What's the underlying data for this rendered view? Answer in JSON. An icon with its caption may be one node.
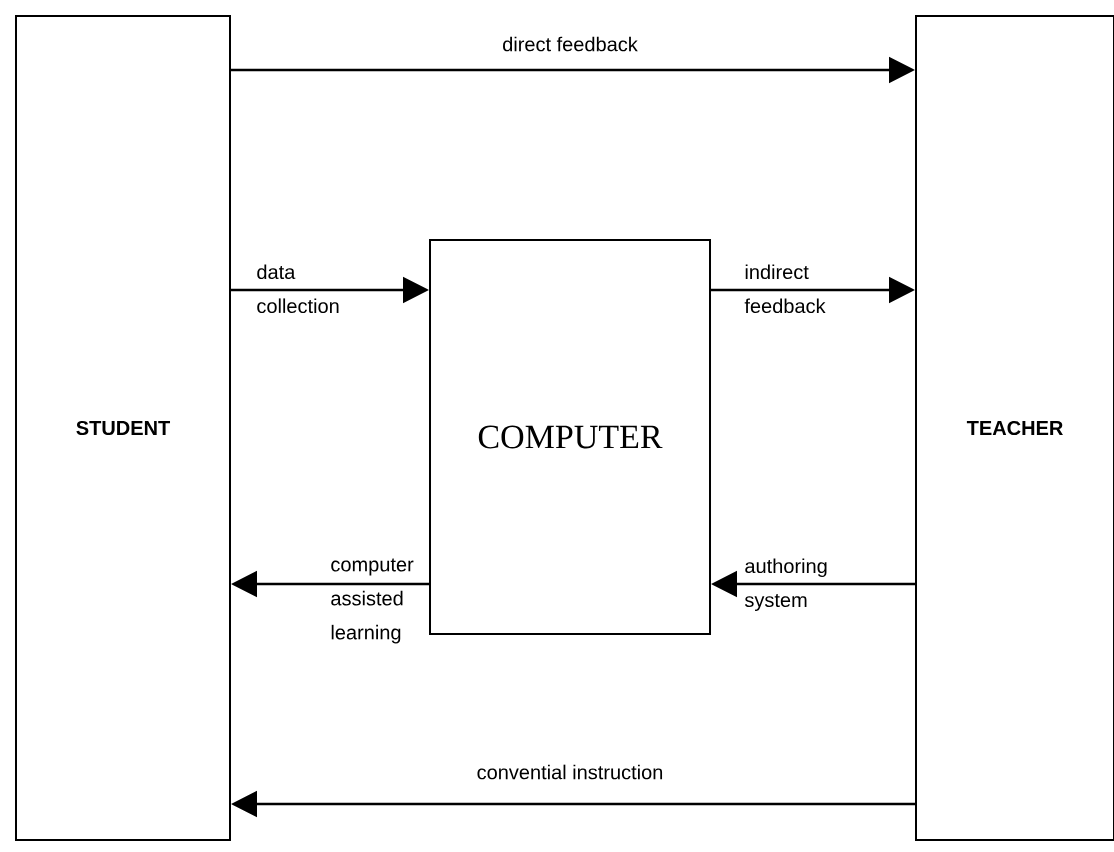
{
  "diagram": {
    "nodes": [
      {
        "text": [
          "STUDENT"
        ]
      },
      {
        "text": [
          "COMPUTER"
        ]
      },
      {
        "text": [
          "TEACHER"
        ]
      }
    ],
    "edges": [
      {
        "from": 0,
        "to": 2,
        "arrow": "to",
        "label": "direct feedback"
      },
      {
        "from": 0,
        "to": 1,
        "arrow": "to",
        "label": "data collection"
      },
      {
        "from": 1,
        "to": 2,
        "arrow": "to",
        "label": "indirect feedback"
      },
      {
        "from": 1,
        "to": 0,
        "arrow": "to",
        "label": "computer assisted learning"
      },
      {
        "from": 2,
        "to": 1,
        "arrow": "to",
        "label": "authoring system"
      },
      {
        "from": 2,
        "to": 0,
        "arrow": "to",
        "label": "convential instruction"
      }
    ]
  }
}
